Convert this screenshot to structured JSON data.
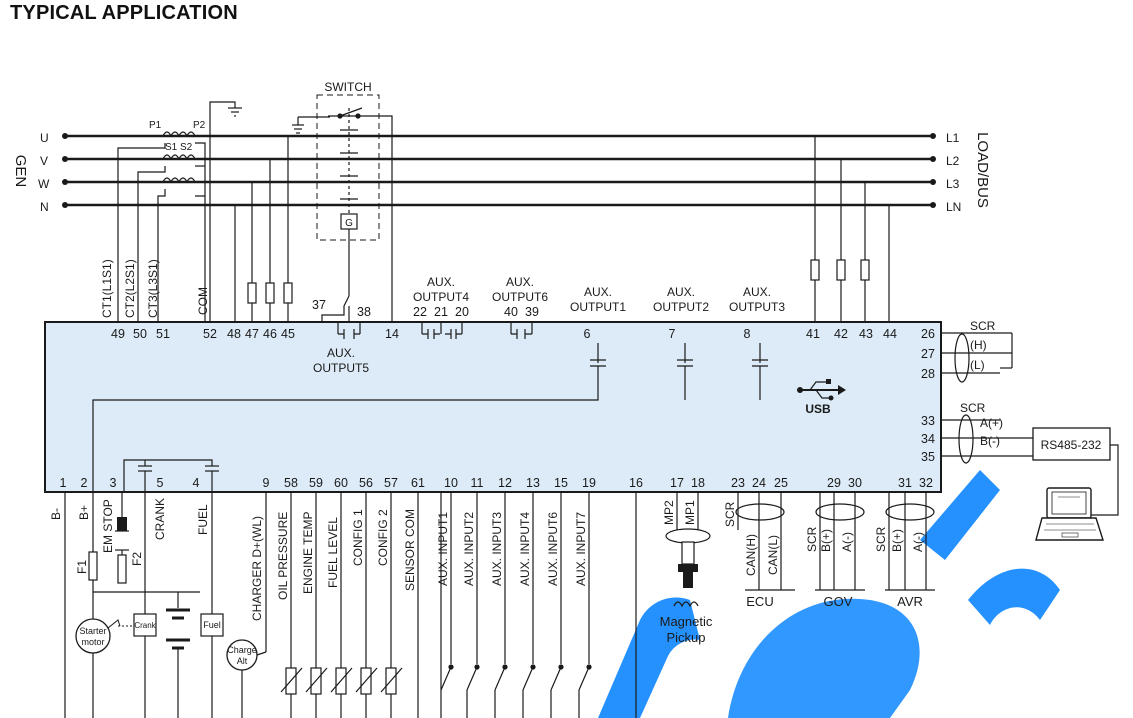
{
  "title": "TYPICAL APPLICATION",
  "gen_label": "GEN",
  "load_label": "LOAD/BUS",
  "switch_label": "SWITCH",
  "gen_phases": [
    "U",
    "V",
    "W",
    "N"
  ],
  "load_phases": [
    "L1",
    "L2",
    "L3",
    "LN"
  ],
  "ct_labels": {
    "p1": "P1",
    "p2": "P2",
    "s1": "S1",
    "s2": "S2"
  },
  "g_label": "G",
  "upper_terminal_labels": [
    "CT1(L1S1)",
    "CT2(L2S1)",
    "CT3(L3S1)",
    "COM"
  ],
  "aux_outputs": {
    "aux4": [
      "AUX.",
      "OUTPUT4"
    ],
    "aux6": [
      "AUX.",
      "OUTPUT6"
    ],
    "aux1": [
      "AUX.",
      "OUTPUT1"
    ],
    "aux2": [
      "AUX.",
      "OUTPUT2"
    ],
    "aux3": [
      "AUX.",
      "OUTPUT3"
    ],
    "aux5": [
      "AUX.",
      "OUTPUT5"
    ]
  },
  "top_terminals": {
    "t49": "49",
    "t50": "50",
    "t51": "51",
    "t52": "52",
    "t48": "48",
    "t47": "47",
    "t46": "46",
    "t45": "45",
    "t37": "37",
    "t38": "38",
    "t14": "14",
    "t22": "22",
    "t21": "21",
    "t20": "20",
    "t40": "40",
    "t39": "39",
    "t6": "6",
    "t7": "7",
    "t8": "8",
    "t41": "41",
    "t42": "42",
    "t43": "43",
    "t44": "44"
  },
  "right_terminals": {
    "t26": "26",
    "t27": "27",
    "t28": "28",
    "t33": "33",
    "t34": "34",
    "t35": "35"
  },
  "can_labels": {
    "scr": "SCR",
    "h": "(H)",
    "l": "(L)"
  },
  "rs485_labels": {
    "scr": "SCR",
    "a": "A(+)",
    "b": "B(-)",
    "converter": "RS485-232"
  },
  "usb_label": "USB",
  "bottom_terminals": [
    "1",
    "2",
    "3",
    "5",
    "4",
    "9",
    "58",
    "59",
    "60",
    "56",
    "57",
    "61",
    "10",
    "11",
    "12",
    "13",
    "15",
    "19",
    "16",
    "17",
    "18",
    "23",
    "24",
    "25",
    "29",
    "30",
    "31",
    "32"
  ],
  "bottom_labels": {
    "bminus": "B-",
    "bplus": "B+",
    "emstop": "EM STOP",
    "crank": "CRANK",
    "fuel": "FUEL",
    "charger": "CHARGER D+(WL)",
    "oil": "OIL PRESSURE",
    "engtemp": "ENGINE TEMP",
    "fuellevel": "FUEL LEVEL",
    "config1": "CONFIG 1",
    "config2": "CONFIG 2",
    "sensorcom": "SENSOR COM",
    "in1": "AUX. INPUT1",
    "in2": "AUX. INPUT2",
    "in3": "AUX. INPUT3",
    "in4": "AUX. INPUT4",
    "in6": "AUX. INPUT6",
    "in7": "AUX. INPUT7",
    "mp2": "MP2",
    "mp1": "MP1",
    "scr": "SCR",
    "canh": "CAN(H)",
    "canl": "CAN(L)",
    "bp": "B(+)",
    "am": "A(-)",
    "f1": "F1",
    "f2": "F2"
  },
  "component_labels": {
    "starter1": "Starter",
    "starter2": "motor",
    "crank_box": "Crank",
    "fuel_box": "Fuel",
    "charge1": "Charge",
    "charge2": "Alt",
    "mag1": "Magnetic",
    "mag2": "Pickup",
    "ecu": "ECU",
    "gov": "GOV",
    "avr": "AVR"
  },
  "colors": {
    "controller_fill": "#dcebf7",
    "watermark": "#1a8cff",
    "line": "#1a1a1a"
  }
}
